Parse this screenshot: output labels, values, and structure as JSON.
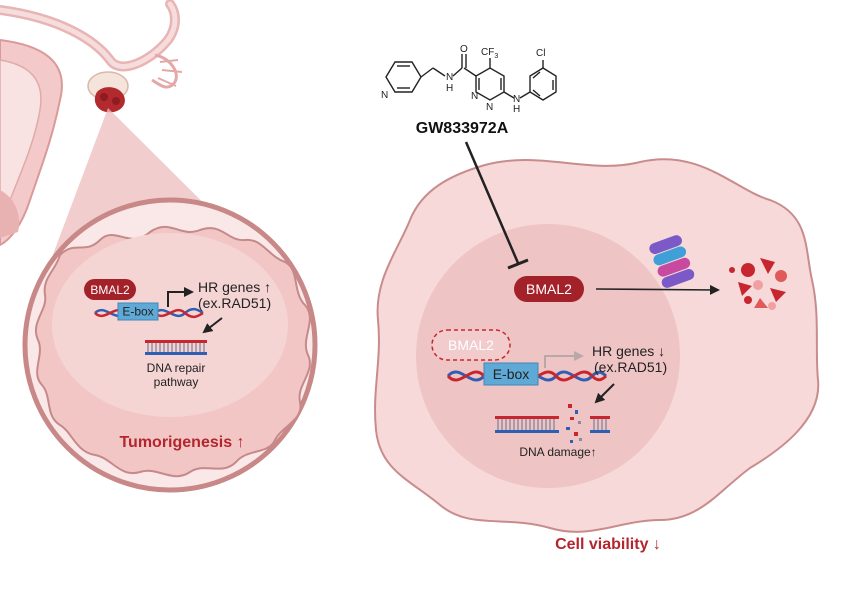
{
  "drug": {
    "name": "GW833972A",
    "atoms": {
      "n_pyridine": "N",
      "nh_amide": "N",
      "h_amide": "H",
      "o": "O",
      "cf3": "CF",
      "cf3_sub": "3",
      "n1": "N",
      "n2": "N",
      "n_amine": "N",
      "h_amine": "H",
      "cl": "Cl"
    }
  },
  "left_panel": {
    "bmal2": "BMAL2",
    "ebox": "E-box",
    "hr_genes": "HR genes ↑",
    "hr_example": "(ex.RAD51)",
    "dna_repair_1": "DNA repair",
    "dna_repair_2": "pathway",
    "outcome": "Tumorigenesis ↑"
  },
  "right_panel": {
    "bmal2": "BMAL2",
    "bmal2_inactive": "BMAL2",
    "ebox": "E-box",
    "hr_genes": "HR genes ↓",
    "hr_example": "(ex.RAD51)",
    "dna_damage": "DNA damage↑",
    "outcome": "Cell viability ↓"
  },
  "colors": {
    "cell_fill": "#f7d9d9",
    "nucleus_fill": "#efc4c4",
    "pill_red": "#a3222a",
    "accent_red": "#b3262e",
    "ebox_blue": "#5fa9d6"
  }
}
